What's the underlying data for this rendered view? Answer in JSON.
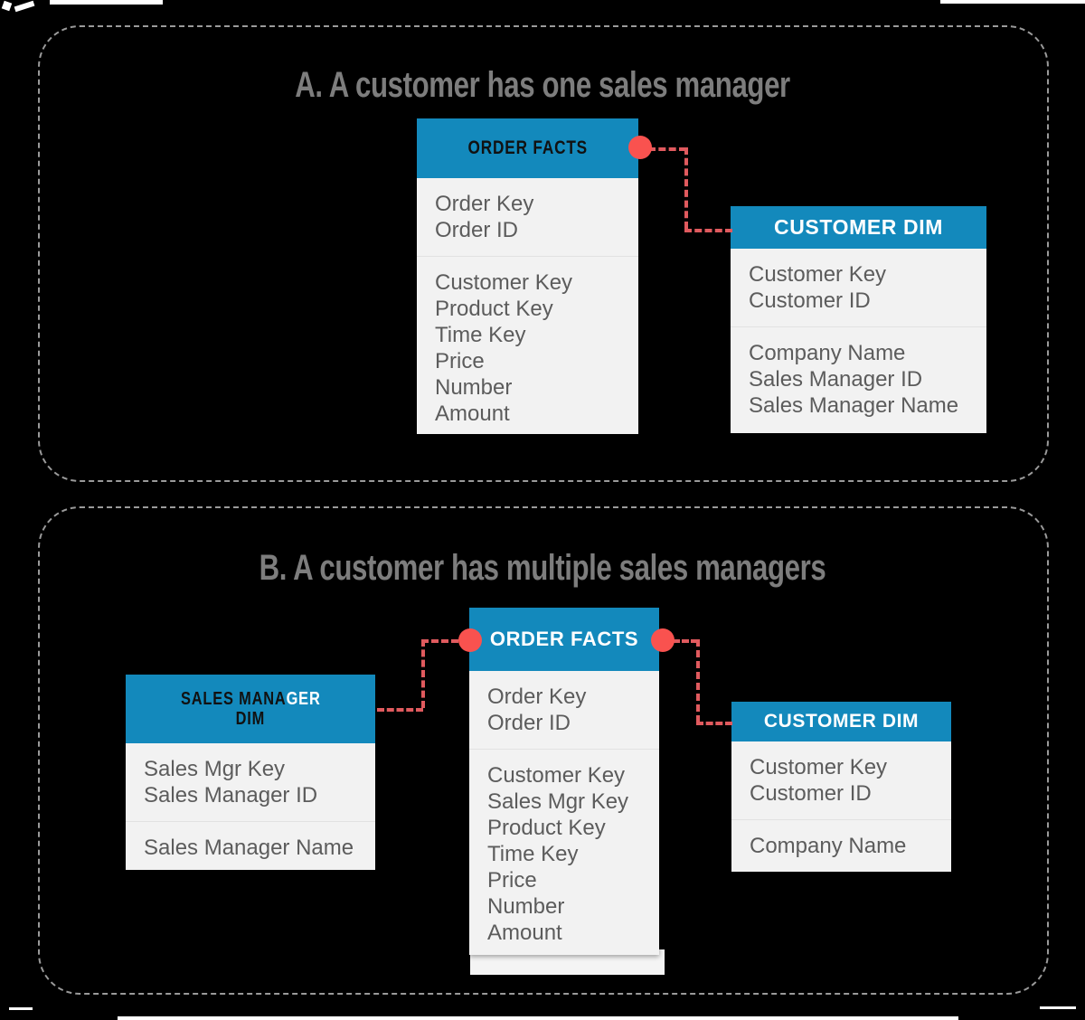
{
  "figure": {
    "background_color": "#000000",
    "accent_blue": "#1389bc",
    "connector_red": "#f9524f",
    "panel_border_color": "#9a9a9a",
    "body_color": "#f2f2f2"
  },
  "panels": [
    {
      "id": "panel-a",
      "title": "A. A customer has one sales manager",
      "tables": [
        {
          "id": "order-facts-a",
          "name": "ORDER FACTS",
          "header_style": "black-condensed",
          "groups": [
            [
              "Order Key",
              "Order ID"
            ],
            [
              "Customer Key",
              "Product Key",
              "Time Key",
              "Price",
              "Number",
              "Amount"
            ]
          ]
        },
        {
          "id": "customer-dim-a",
          "name": "CUSTOMER DIM",
          "header_style": "white-bold",
          "groups": [
            [
              "Customer Key",
              "Customer ID"
            ],
            [
              "Company Name",
              "Sales Manager ID",
              "Sales Manager Name"
            ]
          ]
        }
      ],
      "relationships": [
        {
          "from": "order-facts-a",
          "to": "customer-dim-a",
          "style": "dashed",
          "endpoint_marker": "dot"
        }
      ]
    },
    {
      "id": "panel-b",
      "title": "B. A customer has multiple sales managers",
      "tables": [
        {
          "id": "sales-manager-dim-b",
          "name": "SALES MANAGER DIM",
          "name_line1_a": "SALES MANA",
          "name_line1_b": "GER",
          "name_line2": "DIM",
          "header_style": "split-condensed",
          "groups": [
            [
              "Sales Mgr Key",
              "Sales Manager ID"
            ],
            [
              "Sales Manager Name"
            ]
          ]
        },
        {
          "id": "order-facts-b",
          "name": "ORDER FACTS",
          "header_style": "white-bold",
          "groups": [
            [
              "Order Key",
              "Order ID"
            ],
            [
              "Customer Key",
              "Sales Mgr Key",
              "Product Key",
              "Time Key",
              "Price",
              "Number",
              "Amount"
            ]
          ]
        },
        {
          "id": "customer-dim-b",
          "name": "CUSTOMER DIM",
          "header_style": "white-bold",
          "groups": [
            [
              "Customer Key",
              "Customer ID"
            ],
            [
              "Company Name"
            ]
          ]
        }
      ],
      "relationships": [
        {
          "from": "order-facts-b",
          "to": "sales-manager-dim-b",
          "style": "dashed",
          "endpoint_marker": "dot"
        },
        {
          "from": "order-facts-b",
          "to": "customer-dim-b",
          "style": "dashed",
          "endpoint_marker": "dot"
        }
      ]
    }
  ]
}
